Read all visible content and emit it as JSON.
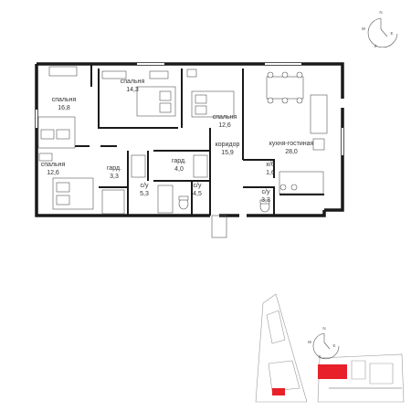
{
  "rooms": [
    {
      "id": "bedroom-1",
      "name": "спальня",
      "area": "16,8"
    },
    {
      "id": "bedroom-2",
      "name": "спальня",
      "area": "14,3"
    },
    {
      "id": "bedroom-3",
      "name": "спальня",
      "area": "12,6"
    },
    {
      "id": "bedroom-4",
      "name": "спальня",
      "area": "12,6"
    },
    {
      "id": "corridor",
      "name": "коридор",
      "area": "15,9"
    },
    {
      "id": "kitchen-living",
      "name": "кухня-гостиная",
      "area": "28,0"
    },
    {
      "id": "storage",
      "name": "х/б",
      "area": "1,6"
    },
    {
      "id": "wardrobe-1",
      "name": "гард.",
      "area": "3,3"
    },
    {
      "id": "wardrobe-2",
      "name": "гард.",
      "area": "4,0"
    },
    {
      "id": "bathroom-1",
      "name": "с/у",
      "area": "5,3"
    },
    {
      "id": "bathroom-2",
      "name": "с/у",
      "area": "4,5"
    },
    {
      "id": "bathroom-3",
      "name": "с/у",
      "area": "3,3"
    }
  ],
  "compass": {
    "letters": [
      "N",
      "E",
      "S",
      "W"
    ]
  },
  "highlight_color": "#e8202a"
}
